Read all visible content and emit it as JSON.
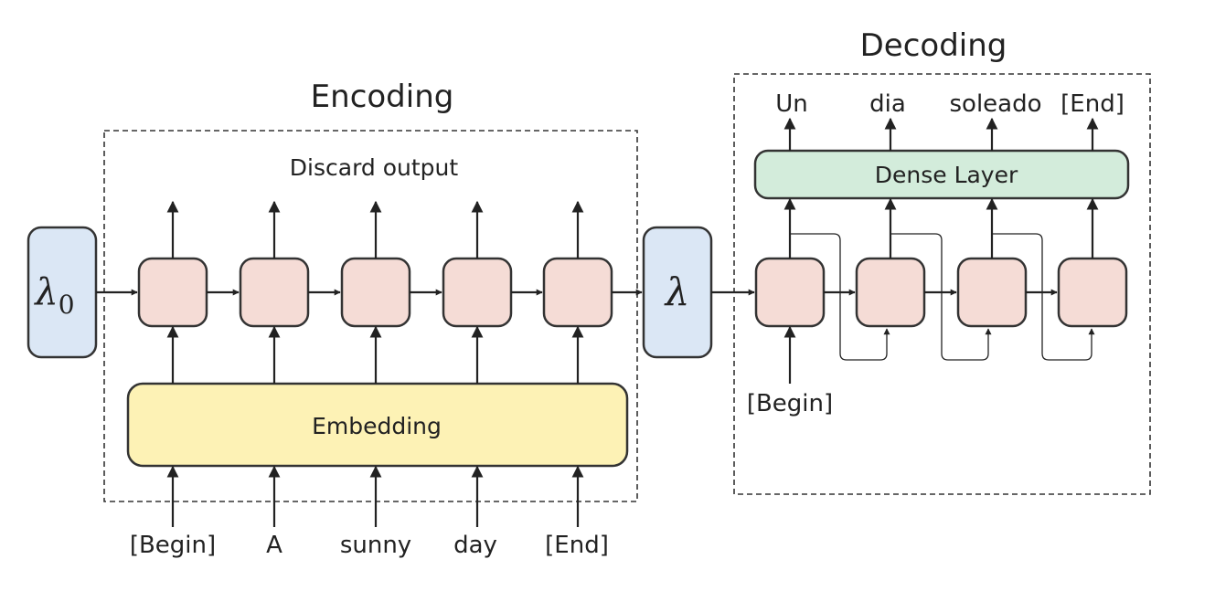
{
  "encoding": {
    "title": "Encoding",
    "discard_label": "Discard output",
    "embedding_label": "Embedding",
    "inputs": [
      "[Begin]",
      "A",
      "sunny",
      "day",
      "[End]"
    ]
  },
  "decoding": {
    "title": "Decoding",
    "dense_label": "Dense Layer",
    "start_token": "[Begin]",
    "outputs": [
      "Un",
      "dia",
      "soleado",
      "[End]"
    ]
  },
  "states": {
    "initial_symbol": "λ",
    "initial_subscript": "0",
    "context_symbol": "λ"
  },
  "colors": {
    "rnn_cell": "#f5dcd6",
    "embedding": "#fdf2b5",
    "dense_layer": "#d3ecdb",
    "state": "#dbe7f5"
  }
}
